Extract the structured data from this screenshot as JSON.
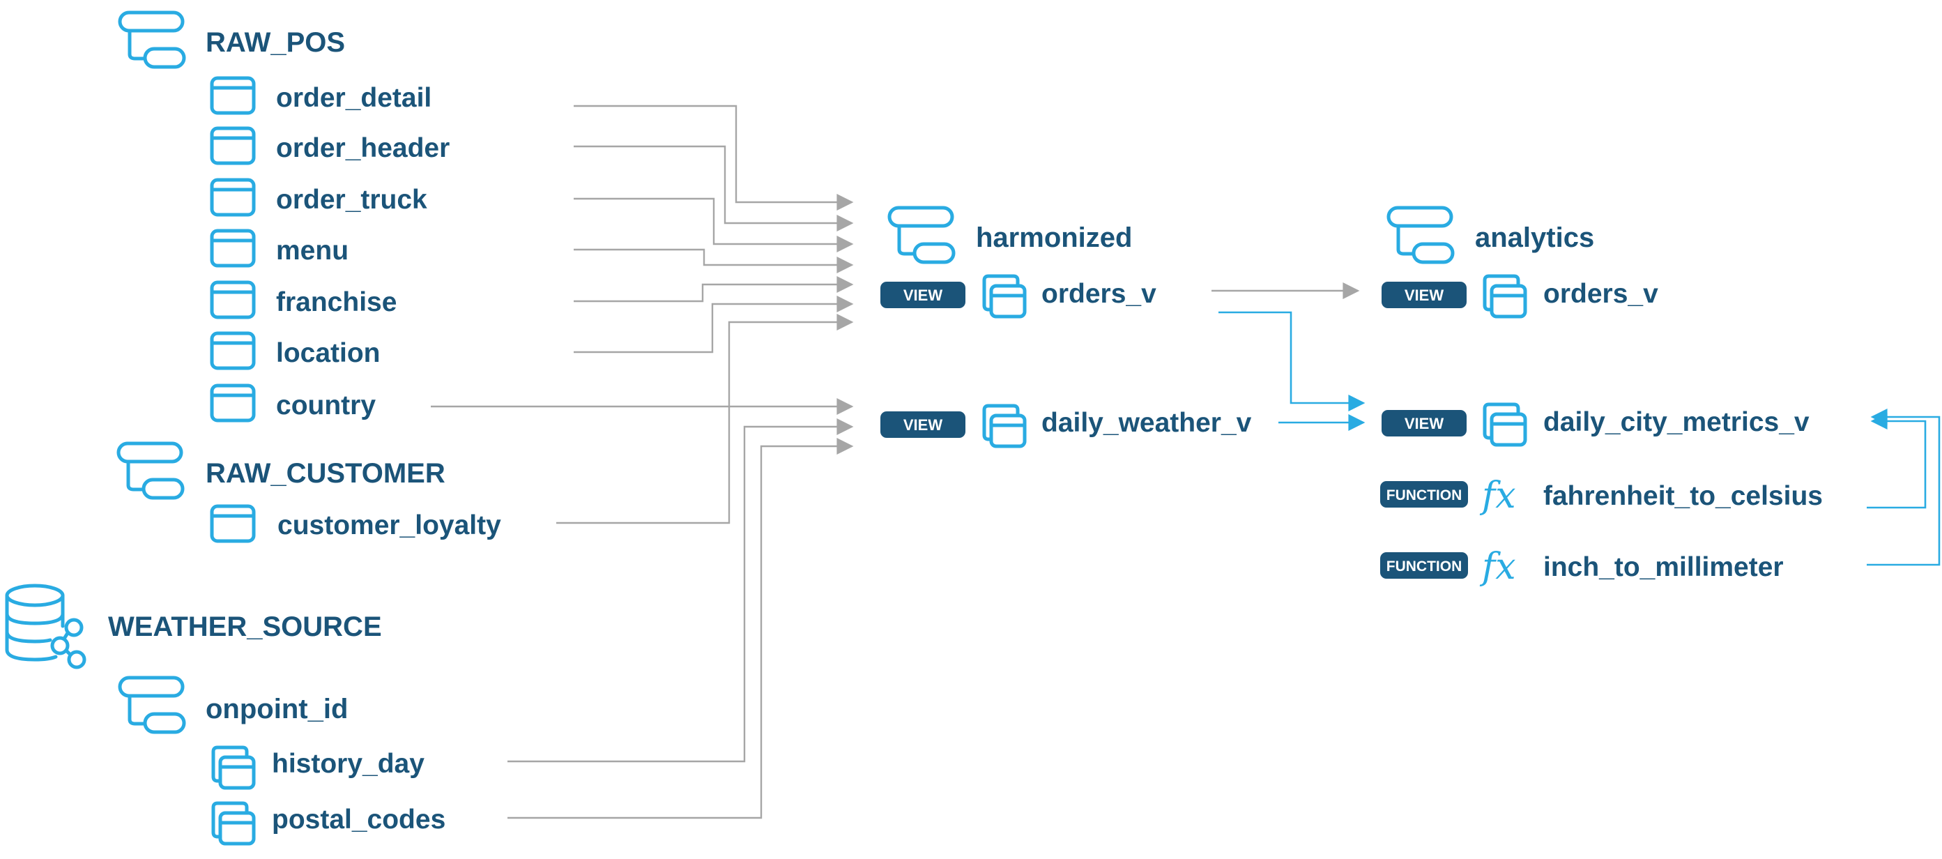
{
  "colors": {
    "label": "#1b5479",
    "icon": "#29abe2",
    "badge_bg": "#1b5479",
    "gray_link": "#a6a6a6",
    "blue_link": "#29abe2"
  },
  "source_groups": {
    "raw_pos": {
      "name": "RAW_POS",
      "tables": [
        "order_detail",
        "order_header",
        "order_truck",
        "menu",
        "franchise",
        "location",
        "country"
      ]
    },
    "raw_customer": {
      "name": "RAW_CUSTOMER",
      "tables": [
        "customer_loyalty"
      ]
    },
    "weather_source": {
      "name": "WEATHER_SOURCE",
      "schema": "onpoint_id",
      "views": [
        "history_day",
        "postal_codes"
      ]
    }
  },
  "harmonized": {
    "name": "harmonized",
    "views": [
      {
        "badge": "VIEW",
        "name": "orders_v"
      },
      {
        "badge": "VIEW",
        "name": "daily_weather_v"
      }
    ]
  },
  "analytics": {
    "name": "analytics",
    "objects": [
      {
        "badge": "VIEW",
        "name": "orders_v",
        "icon": "view-icon"
      },
      {
        "badge": "VIEW",
        "name": "daily_city_metrics_v",
        "icon": "view-icon"
      },
      {
        "badge": "FUNCTION",
        "name": "fahrenheit_to_celsius",
        "icon": "function-icon"
      },
      {
        "badge": "FUNCTION",
        "name": "inch_to_millimeter",
        "icon": "function-icon"
      }
    ]
  }
}
